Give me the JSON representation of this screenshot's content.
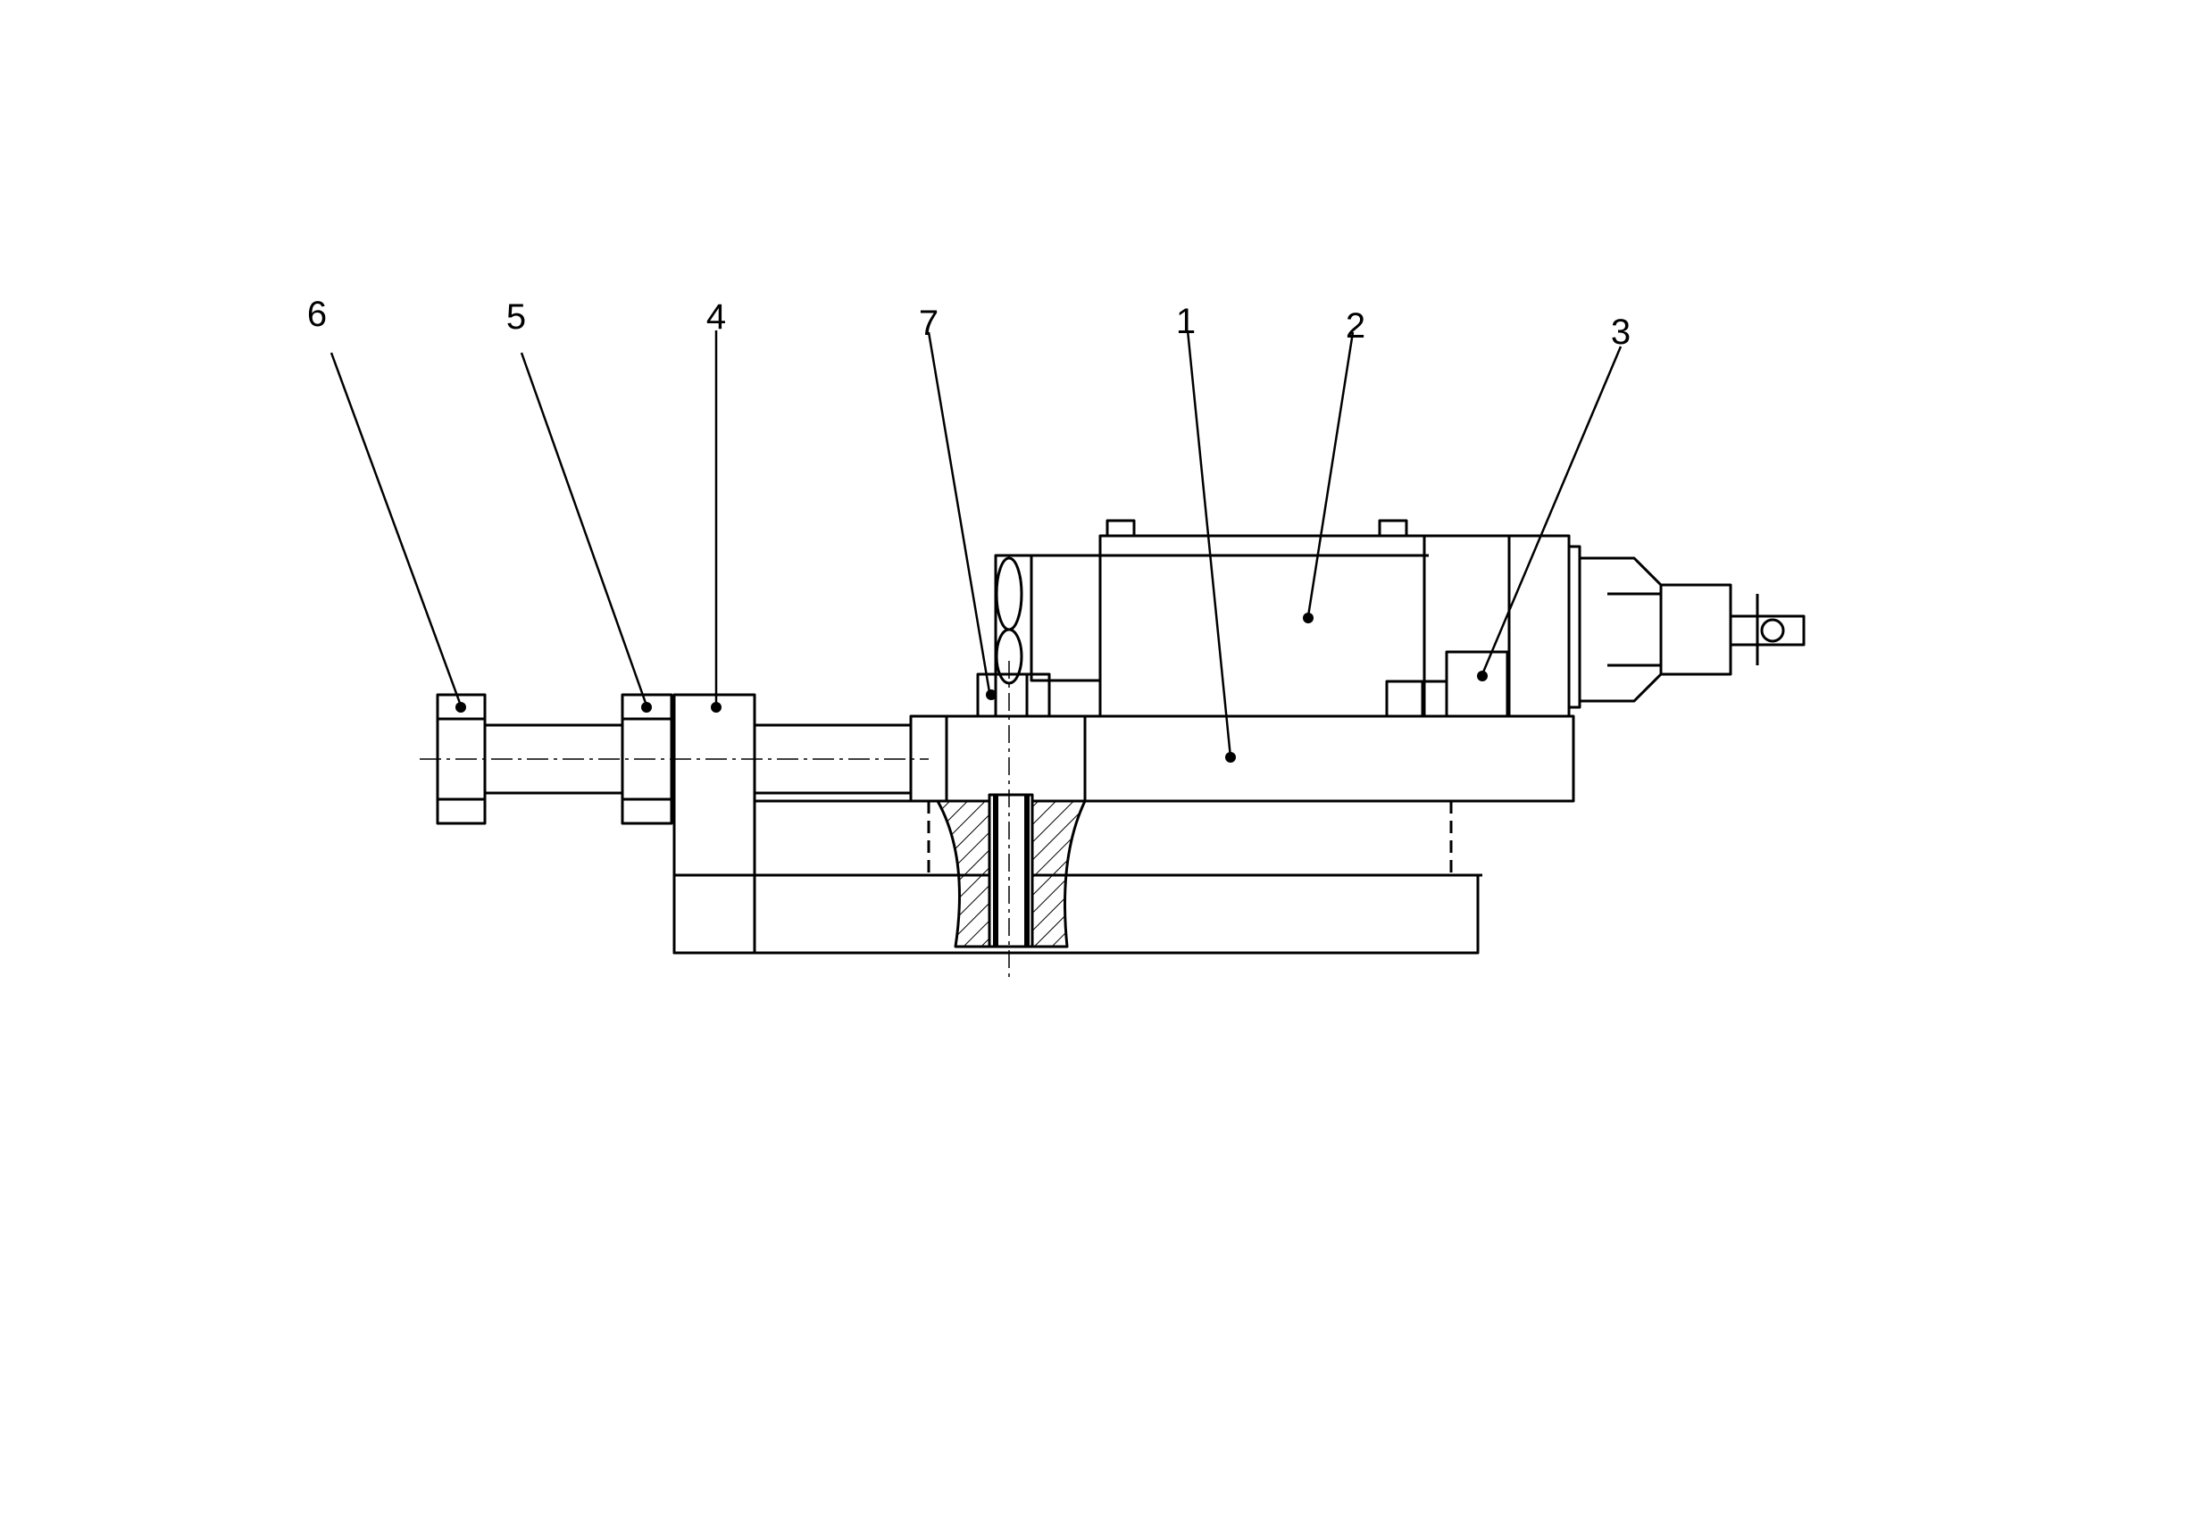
{
  "labels": [
    {
      "id": "label-1",
      "text": "1"
    },
    {
      "id": "label-2",
      "text": "2"
    },
    {
      "id": "label-3",
      "text": "3"
    },
    {
      "id": "label-4",
      "text": "4"
    },
    {
      "id": "label-5",
      "text": "5"
    },
    {
      "id": "label-6",
      "text": "6"
    },
    {
      "id": "label-7",
      "text": "7"
    }
  ],
  "colors": {
    "line": "#000000",
    "background": "#ffffff"
  }
}
